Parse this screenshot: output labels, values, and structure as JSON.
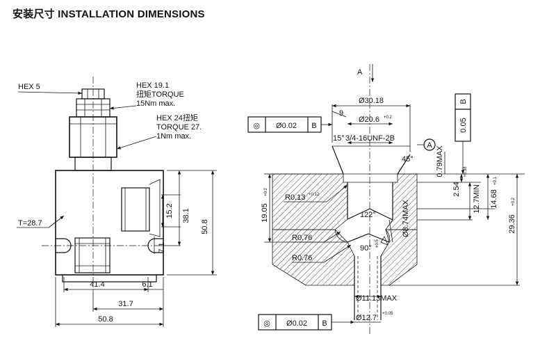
{
  "heading": "安装尺寸 INSTALLATION DIMENSIONS",
  "left_view": {
    "hex5": "HEX 5",
    "hex19_l1": "HEX 19.1",
    "hex19_l2": "扭矩TORQUE",
    "hex19_l3": "15Nm max.",
    "hex24_l1": "HEX 24扭矩",
    "hex24_l2": "TORQUE 27.",
    "hex24_l3": "1Nm max.",
    "thickness": "T=28.7",
    "d_15_2": "15.2",
    "d_38_1": "38.1",
    "d_50_8_v": "50.8",
    "d_7_1": "7.1",
    "d_41_4": "41.4",
    "d_6_1": "6.1",
    "d_31_7": "31.7",
    "d_50_8_h": "50.8"
  },
  "right_view": {
    "datum_a": "A",
    "datum_a_circle": "A",
    "fcf_top_symbol": "◎",
    "fcf_top_value": "Ø0.02",
    "fcf_top_ref": "B",
    "fcf_bottom_symbol": "◎",
    "fcf_bottom_value": "Ø0.02",
    "fcf_bottom_ref": "B",
    "fcf_vert_value": "0.05",
    "fcf_vert_ref": "B",
    "d_30_18": "Ø30.18",
    "d_20_6": "Ø20.6",
    "d_20_6_tol": "+0.2",
    "thread": "3/4-16UNF-2B",
    "ang_15": "15°",
    "ang_45": "45°",
    "d_0_79": "0.79MAX",
    "d_2_54": "2.54",
    "d_2_54_tol": "+0.38",
    "d_12_7": "12.7MIN",
    "d_14_68": "14.68",
    "d_14_68_tol": "+0.1",
    "d_29_36": "29.36",
    "d_29_36_tol": "+0.2",
    "d_19_05": "19.05",
    "d_19_05_tol": "+0.2",
    "r_0_13": "R0.13",
    "r_0_13_tol": "+0.12",
    "d_8_74": "Ø8.74MAX",
    "ang_122": "122°",
    "r_0_76_a": "R0.76",
    "r_0_76_b": "R0.76",
    "ang_90": "90°",
    "ang_90_tol": "±0.5",
    "d_11_13": "Ø11.13MAX",
    "d_12_7_dia": "Ø12.7",
    "d_12_7_dia_tol": "+0.05",
    "ang_tick": "9"
  }
}
